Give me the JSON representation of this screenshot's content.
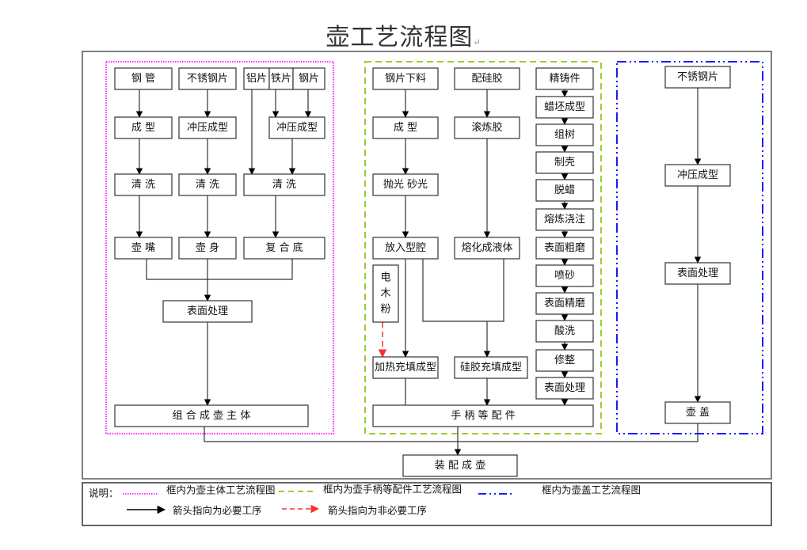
{
  "title": "壶工艺流程图",
  "paragraph_mark": "↵",
  "colors": {
    "main_body_frame": "#ff33ff",
    "accessory_frame": "#9acd32",
    "lid_frame": "#1a1aff",
    "required_arrow": "#000000",
    "optional_arrow": "#ff2b2b"
  },
  "groups": {
    "main_body": {
      "nodes": {
        "steel_pipe": "钢 管",
        "stainless_sheet": "不锈钢片",
        "aluminum_sheet": "铝片",
        "iron_sheet": "铁片",
        "steel_sheet": "钢片",
        "forming": "成 型",
        "stamping_1": "冲压成型",
        "stamping_2": "冲压成型",
        "clean_1": "清 洗",
        "clean_2": "清 洗",
        "clean_3": "清 洗",
        "spout": "壶 嘴",
        "pot_body": "壶 身",
        "composite_base": "复 合 底",
        "surface_treatment": "表面处理",
        "assemble_body": "组 合 成 壶 主 体"
      }
    },
    "accessories": {
      "nodes": {
        "steel_blanking": "钢片下料",
        "silicone_mix": "配硅胶",
        "precision_cast": "精铸件",
        "forming": "成 型",
        "rubber_mixing": "滚炼胶",
        "wax_forming": "蜡坯成型",
        "tree_assembly": "组树",
        "shell_making": "制壳",
        "dewaxing": "脱蜡",
        "polish": "抛光 砂光",
        "melt_pour": "熔炼浇注",
        "rough_grind": "表面粗磨",
        "put_in_mold": "放入型腔",
        "melt_liquid": "熔化成液体",
        "sandblast": "喷砂",
        "bakelite_powder": "电\n木\n粉",
        "fine_grind": "表面精磨",
        "pickling": "酸洗",
        "heat_fill": "加热充填成型",
        "silicone_fill": "硅胶充填成型",
        "trimming": "修整",
        "surface_treatment": "表面处理",
        "handle_parts": "手 柄 等 配 件"
      }
    },
    "lid": {
      "nodes": {
        "stainless_sheet": "不锈钢片",
        "stamping": "冲压成型",
        "surface_treatment": "表面处理",
        "lid": "壶 盖"
      }
    },
    "final": {
      "assemble_pot": "装 配 成 壶"
    }
  },
  "legend": {
    "label": "说明：",
    "items": [
      {
        "style": "pink-dotted",
        "text": "框内为壶主体工艺流程图"
      },
      {
        "style": "green-dashed",
        "text": "框内为壶手柄等配件工艺流程图"
      },
      {
        "style": "blue-dashdot",
        "text": "框内为壶盖工艺流程图"
      },
      {
        "style": "black-arrow",
        "text": "箭头指向为必要工序"
      },
      {
        "style": "red-dashed-arrow",
        "text": "箭头指向为非必要工序"
      }
    ]
  }
}
